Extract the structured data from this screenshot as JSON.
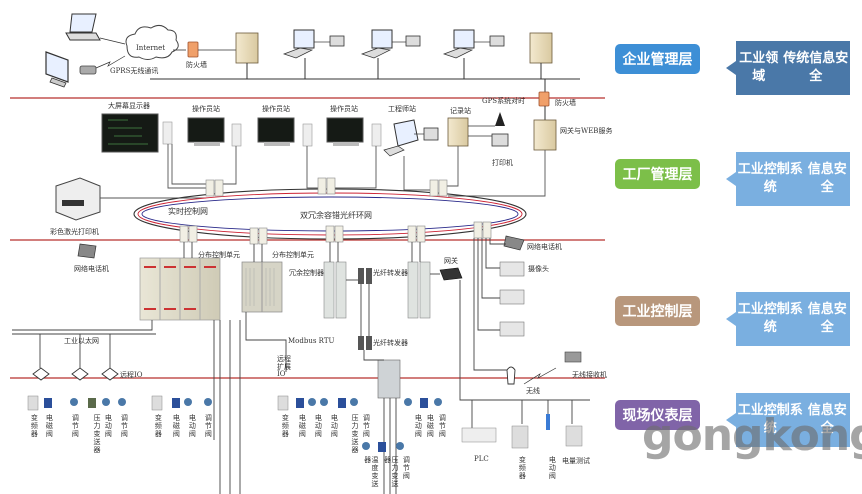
{
  "layers": [
    {
      "name": "企业管理层",
      "color": "#3d8fd6",
      "security": [
        "工业领域",
        "传统信息安全"
      ],
      "security_color": "#4a78a8"
    },
    {
      "name": "工厂管理层",
      "color": "#7cbf49",
      "security": [
        "工业控制系统",
        "信息安全"
      ],
      "security_color": "#7aafe0"
    },
    {
      "name": "工业控制层",
      "color": "#b8977c",
      "security": [
        "工业控制系统",
        "信息安全"
      ],
      "security_color": "#7aafe0"
    },
    {
      "name": "现场仪表层",
      "color": "#8064a8",
      "security": [
        "工业控制系统",
        "信息安全"
      ],
      "security_color": "#7aafe0"
    }
  ],
  "enterprise": {
    "internet": "Internet",
    "gprs": "GPRS无线通讯",
    "firewall": "防火墙"
  },
  "plant": {
    "big_screen": "大屏幕显示器",
    "op_station_1": "操作员站",
    "op_station_2": "操作员站",
    "op_station_3": "操作员站",
    "eng_station": "工程师站",
    "recorder": "记录站",
    "gps": "GPS系统对时",
    "firewall": "防火墙",
    "gateway_web": "网关与WEB服务",
    "printer": "打印机",
    "color_printer": "彩色激光打印机"
  },
  "control": {
    "realtime_net": "实时控制网",
    "ring_net": "双冗余容错光纤环网",
    "net_phone_left": "网络电话机",
    "net_phone_right": "网络电话机",
    "dcu_1": "分布控制单元",
    "dcu_2": "分布控制单元",
    "redundant_ctrl": "冗余控制器",
    "fiber_conv_1": "光纤转发器",
    "fiber_conv_2": "光纤转发器",
    "gateway": "网关",
    "camera": "摄像头",
    "industrial_eth": "工业以太网",
    "remote_io": "远程IO",
    "modbus_rtu": "Modbus RTU",
    "remote_ext": "远程扩展IO",
    "wireless": "无线",
    "wireless_recv": "无线接收机"
  },
  "field": {
    "group1": [
      "变频器",
      "电磁阀",
      "调节阀",
      "压力变送器",
      "电动阀",
      "调节阀"
    ],
    "group2": [
      "变频器",
      "电磁阀",
      "电动阀",
      "调节阀"
    ],
    "group3": [
      "变频器",
      "电磁阀",
      "电动阀"
    ],
    "group4": [
      "电动阀",
      "压力变送器",
      "调节阀"
    ],
    "group5": [
      "温度变送器",
      "压力变送器",
      "调节阀"
    ],
    "group6": [
      "电动阀",
      "电磁阀",
      "调节阀"
    ],
    "group7_plc": "PLC",
    "group7": [
      "变频器",
      "电动阀"
    ],
    "power_test": "电量测试"
  },
  "watermark": "gongkong"
}
